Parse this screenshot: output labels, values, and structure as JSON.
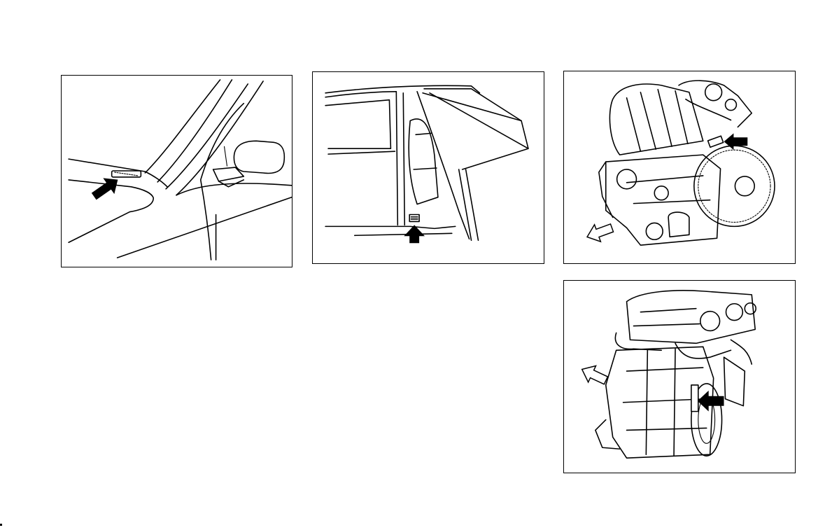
{
  "figures": [
    {
      "id": "windshield-vin-plate",
      "arrow_color": "#000000"
    },
    {
      "id": "door-pillar-label",
      "arrow_color": "#000000"
    },
    {
      "id": "engine-serial-number-a",
      "arrow_color": "#000000",
      "direction_arrow": "outlined"
    },
    {
      "id": "engine-serial-number-b",
      "arrow_color": "#000000",
      "direction_arrow": "outlined"
    }
  ],
  "icons": {
    "locator_arrow": "filled-arrow-icon",
    "front_direction_arrow": "outlined-arrow-icon"
  }
}
